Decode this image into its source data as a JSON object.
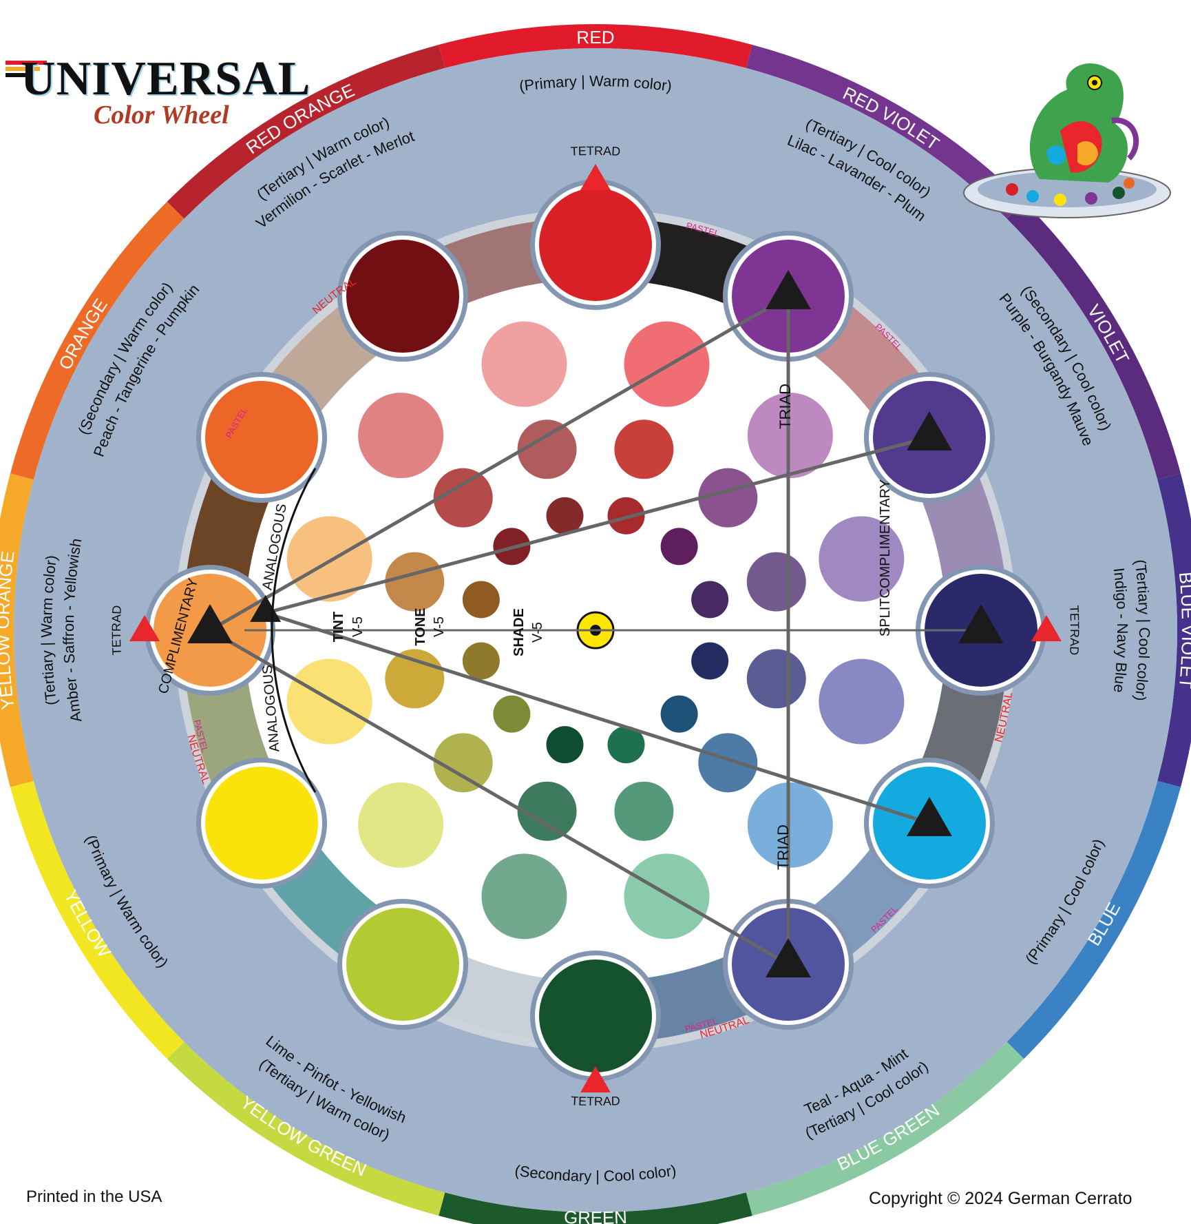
{
  "brand": {
    "title": "UNIVERSAL",
    "subtitle": "Color Wheel"
  },
  "footer": {
    "printed": "Printed in the USA",
    "copyright": "Copyright © 2024 German Cerrato"
  },
  "colors": {
    "background_ring": "#a0b3cb",
    "inner_ring": "#cdd3db",
    "center": "#ffffff",
    "triangle": "#1b1b1b",
    "line": "#666666",
    "red_text": "#e8262c",
    "pink_text": "#e0218a"
  },
  "hues": [
    {
      "name": "RED",
      "role": "(Primary | Warm color)",
      "examples": "",
      "color": "#d92027"
    },
    {
      "name": "RED VIOLET",
      "role": "(Tertiary | Cool color)",
      "examples": "Lilac - Lavander - Plum",
      "color": "#7f3594"
    },
    {
      "name": "VIOLET",
      "role": "(Secondary | Cool color)",
      "examples": "Purple - Burgandy Mauve",
      "color": "#523a8f"
    },
    {
      "name": "BLUE VIOLET",
      "role": "(Tertiary | Cool color)",
      "examples": "Indigo - Navy Blue",
      "color": "#2a2a6b"
    },
    {
      "name": "BLUE",
      "role": "(Primary | Cool color)",
      "examples": "",
      "color": "#14a9df"
    },
    {
      "name": "BLUE GREEN",
      "role": "(Tertiary | Cool color)",
      "examples": "Teal - Aqua - Mint",
      "color": "#50559e"
    },
    {
      "name": "GREEN",
      "role": "(Secondary | Cool color)",
      "examples": "",
      "color": "#15532e"
    },
    {
      "name": "YELLOW GREEN",
      "role": "(Tertiary | Warm color)",
      "examples": "Lime - Pinfot - Yellowish",
      "color": "#b2cb35"
    },
    {
      "name": "YELLOW",
      "role": "(Primary | Warm color)",
      "examples": "",
      "color": "#fae30a"
    },
    {
      "name": "YELLOW ORANGE",
      "role": "(Tertiary | Warm color)",
      "examples": "Amber - Saffron - Yellowish",
      "color": "#f29a48"
    },
    {
      "name": "ORANGE",
      "role": "(Secondary | Warm color)",
      "examples": "Peach - Tangerine - Pumpkin",
      "color": "#ec6627"
    },
    {
      "name": "RED ORANGE",
      "role": "(Tertiary | Warm color)",
      "examples": "Vermilion - Scarlet - Merlot",
      "color": "#720f13"
    }
  ],
  "outer_ring_colors": [
    "#e21b2c",
    "#74358f",
    "#5b2b7e",
    "#45338b",
    "#3a82c4",
    "#8bc9a2",
    "#1c5a2b",
    "#c5d940",
    "#f2e623",
    "#f6a828",
    "#ed6a27",
    "#b8242d"
  ],
  "tint_colors": [
    "#f06e73",
    "#be88c0",
    "#a088c0",
    "#8888c2",
    "#7aafdb",
    "#8acbac",
    "#72a98e",
    "#e2e786",
    "#fbe173",
    "#f7c07e",
    "#e08282",
    "#f0a0a0"
  ],
  "tone_colors": [
    "#c9403a",
    "#8a5390",
    "#745a8e",
    "#5a5d94",
    "#4e7ba6",
    "#55997b",
    "#3e7a5d",
    "#b0b14f",
    "#cda93a",
    "#c4894a",
    "#b54a4a",
    "#b05c5c"
  ],
  "shade_colors": [
    "#a72a2d",
    "#5f1f5e",
    "#482a62",
    "#232c61",
    "#1e5178",
    "#1e714f",
    "#0f4d33",
    "#7f8a36",
    "#8e7a2a",
    "#8f5b22",
    "#812025",
    "#852a2a"
  ],
  "segment_colors": [
    "#221f20",
    "#c48b8e",
    "#9b8cb4",
    "#6b6e75",
    "#7f9bbd",
    "#6884a4",
    "#c8d0d8",
    "#5fa2a8",
    "#9ba67d",
    "#6b4525",
    "#c0a899",
    "#a17576"
  ],
  "labels": {
    "tetrad": "TETRAD",
    "triad": "TRIAD",
    "neutral": "NEUTRAL",
    "pastel": "PASTEL",
    "analogous": "ANALOGOUS",
    "complimentary": "COMPLIMENTARY",
    "splitcomplimentary": "SPLITCOMPLIMENTARY",
    "tint": "TINT",
    "tone": "TONE",
    "shade": "SHADE",
    "v5": "V-5"
  }
}
